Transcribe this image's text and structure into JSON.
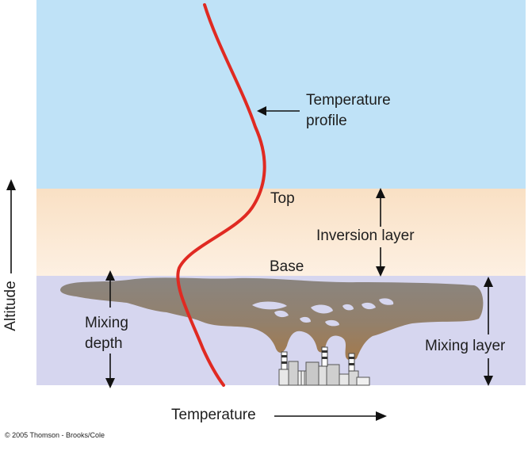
{
  "diagram": {
    "labels": {
      "temperature_profile": "Temperature",
      "temperature_profile_2": "profile",
      "top": "Top",
      "inversion_layer": "Inversion layer",
      "base": "Base",
      "mixing_depth_1": "Mixing",
      "mixing_depth_2": "depth",
      "mixing_layer": "Mixing layer",
      "x_axis": "Temperature",
      "y_axis": "Altitude"
    },
    "credit": "© 2005 Thomson - Brooks/Cole",
    "colors": {
      "upper_air": "#bfe2f7",
      "inversion": "#fbe6cf",
      "mixing_layer": "#d6d6ef",
      "profile_line": "#e02a22",
      "smog": "#8c7a66"
    }
  }
}
